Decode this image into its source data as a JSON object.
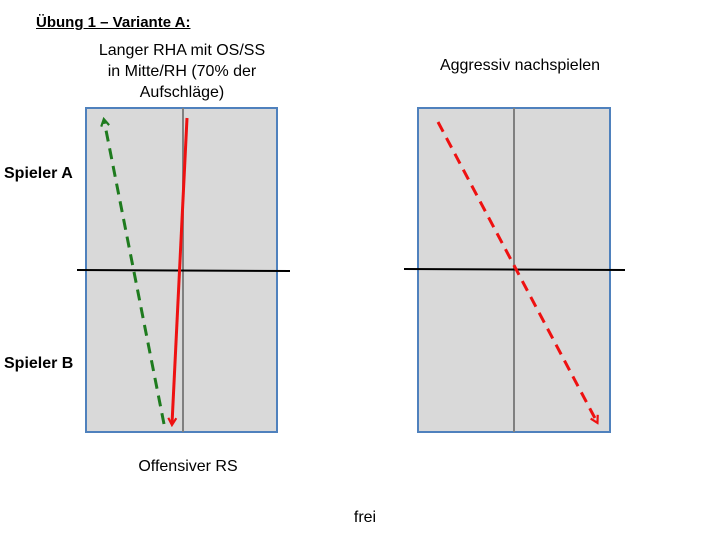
{
  "heading": "Übung 1 – Variante A:",
  "captions": {
    "left_top": [
      "Langer RHA mit OS/SS",
      "in Mitte/RH (70% der",
      "Aufschläge)"
    ],
    "right_top": "Aggressiv nachspielen",
    "left_bottom": "Offensiver RS",
    "bottom": "frei"
  },
  "players": {
    "a": "Spieler A",
    "b": "Spieler B"
  },
  "colors": {
    "table_fill": "#d9d9d9",
    "table_border": "#4f81bd",
    "center_line": "#808080",
    "net": "#000000",
    "serve_arrow": "#ee1111",
    "return_arrow": "#1e7b1e",
    "aggressive_arrow": "#ee1111"
  },
  "arrows": {
    "left_serve": "solid-red-arrow",
    "left_return": "dashed-green-arrow",
    "right_attack": "dashed-red-arrow"
  }
}
